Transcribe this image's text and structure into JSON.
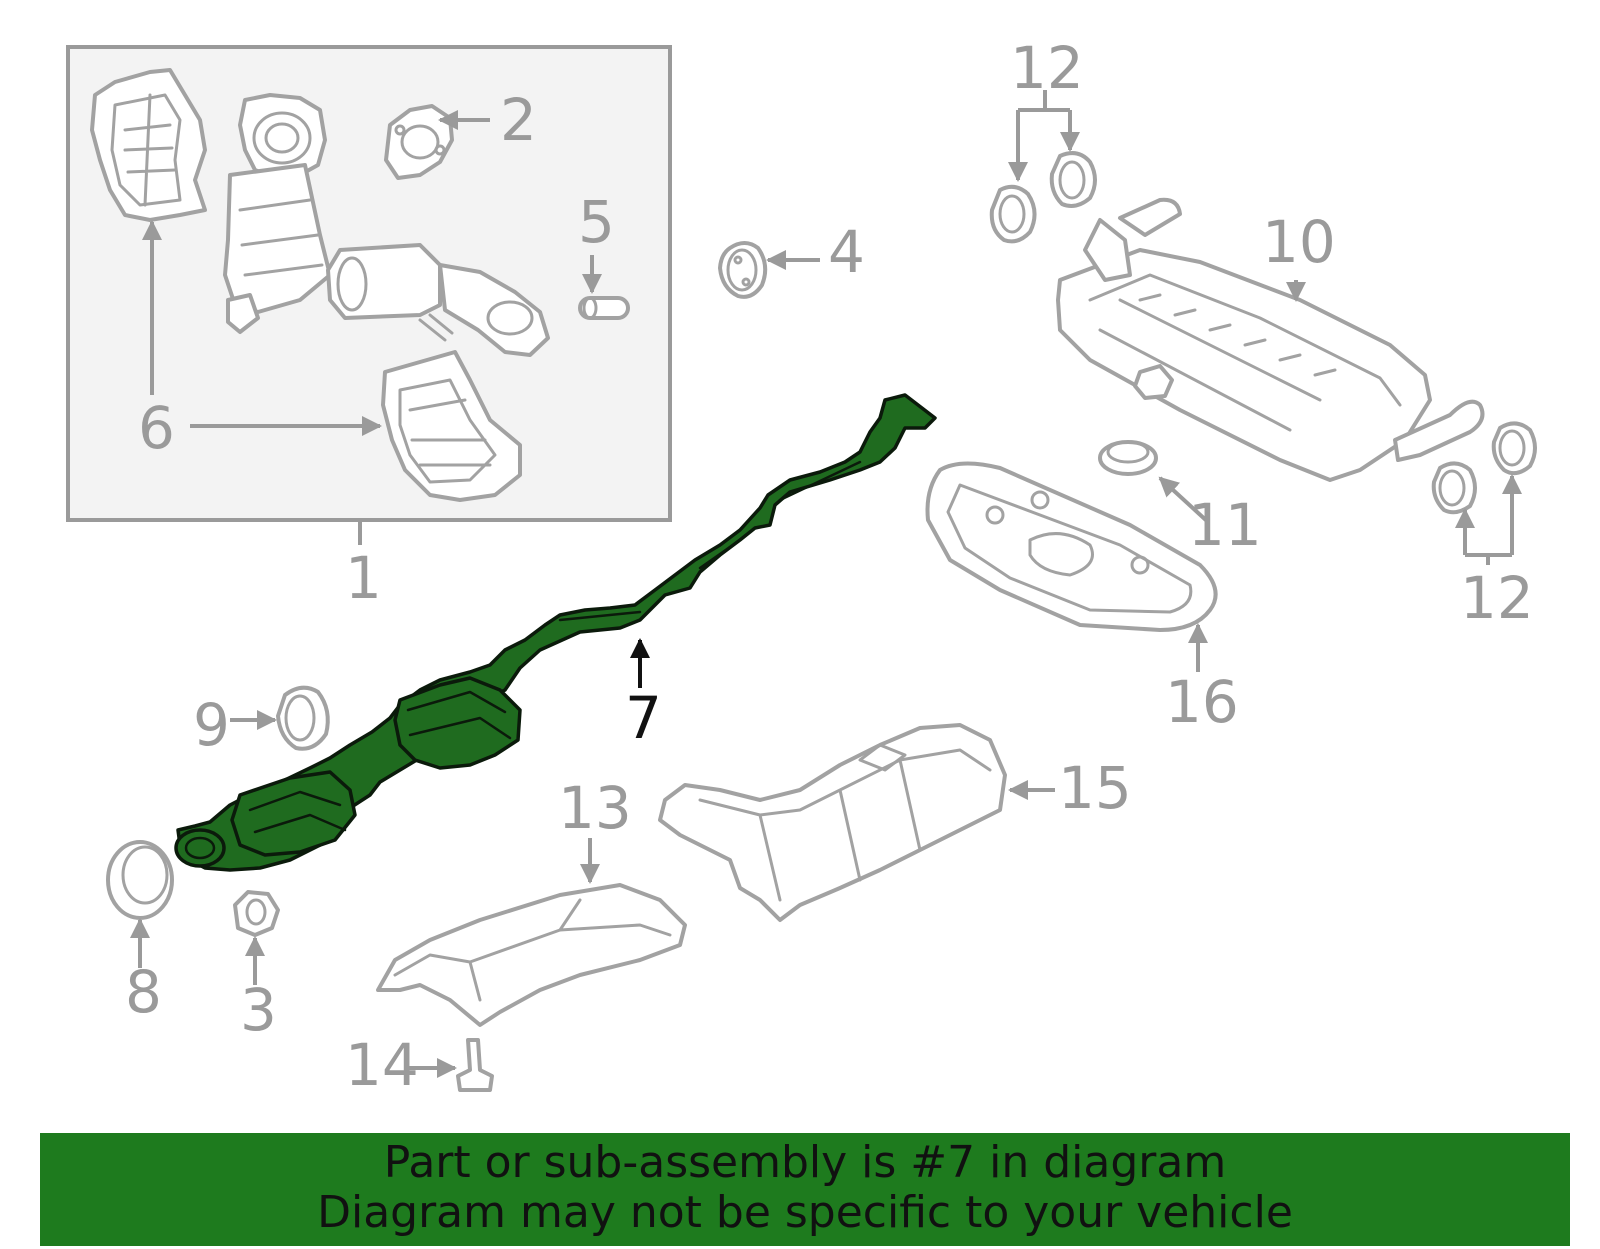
{
  "diagram": {
    "highlight_color": "#1e7b1e",
    "callouts": {
      "c1": "1",
      "c2": "2",
      "c3": "3",
      "c4": "4",
      "c5": "5",
      "c6": "6",
      "c7": "7",
      "c8": "8",
      "c9": "9",
      "c10": "10",
      "c11": "11",
      "c12a": "12",
      "c12b": "12",
      "c13": "13",
      "c14": "14",
      "c15": "15",
      "c16": "16"
    },
    "highlighted_part": "7"
  },
  "banner": {
    "line1": "Part or sub-assembly is #7 in diagram",
    "line2": "Diagram may not be specific to your vehicle",
    "background": "#1e7b1e"
  }
}
